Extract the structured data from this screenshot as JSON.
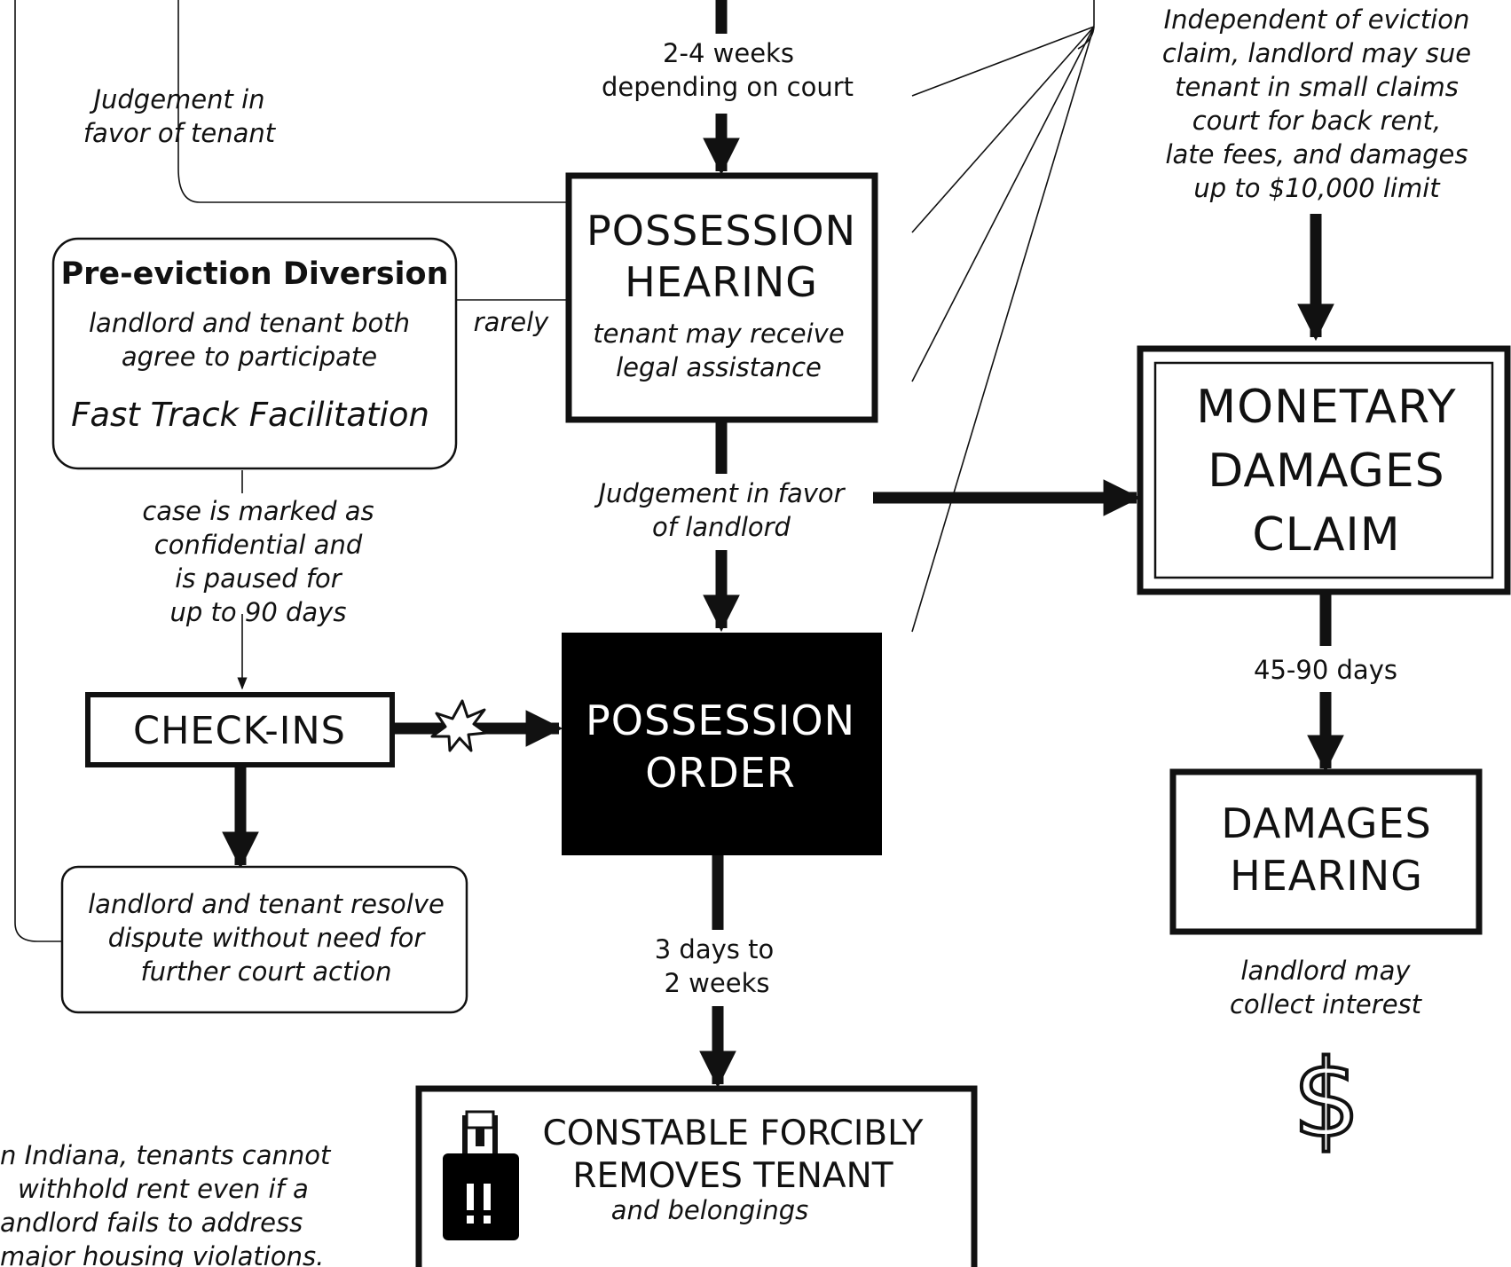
{
  "nodes": {
    "possession_hearing": {
      "title_line1": "POSSESSION",
      "title_line2": "HEARING",
      "sub_line1": "tenant may receive",
      "sub_line2": "legal assistance"
    },
    "pre_eviction_diversion": {
      "title": "Pre-eviction Diversion",
      "sub_line1": "landlord and tenant both",
      "sub_line2": "agree to participate",
      "program": "Fast Track Facilitation"
    },
    "check_ins": {
      "title": "CHECK-INS"
    },
    "possession_order": {
      "title_line1": "POSSESSION",
      "title_line2": "ORDER"
    },
    "resolve": {
      "line1": "landlord and tenant resolve",
      "line2": "dispute without need for",
      "line3": "further court action"
    },
    "constable": {
      "line1": "CONSTABLE FORCIBLY",
      "line2": "REMOVES TENANT",
      "sub": "and belongings"
    },
    "monetary_damages": {
      "line1": "MONETARY",
      "line2": "DAMAGES",
      "line3": "CLAIM"
    },
    "damages_hearing": {
      "line1": "DAMAGES",
      "line2": "HEARING"
    }
  },
  "labels": {
    "weeks_line1": "2-4 weeks",
    "weeks_line2": "depending on court",
    "judgement_tenant_line1": "Judgement in",
    "judgement_tenant_line2": "favor of tenant",
    "rarely": "rarely",
    "judgement_landlord_line1": "Judgement in favor",
    "judgement_landlord_line2": "of landlord",
    "confidential_line1": "case is marked as",
    "confidential_line2": "confidential and",
    "confidential_line3": "is paused for",
    "confidential_line4": "up to 90 days",
    "days_line1": "3 days to",
    "days_line2": "2 weeks",
    "small_claims_line1": "Independent of eviction",
    "small_claims_line2": "claim, landlord may sue",
    "small_claims_line3": "tenant in small claims",
    "small_claims_line4": "court for back rent,",
    "small_claims_line5": "late fees, and damages",
    "small_claims_line6": "up to $10,000 limit",
    "days_45_90": "45-90 days",
    "interest_line1": "landlord may",
    "interest_line2": "collect interest",
    "indiana_line1": "n Indiana, tenants cannot",
    "indiana_line2": "withhold rent even if a",
    "indiana_line3": "andlord fails to address",
    "indiana_line4": "major housing violations."
  },
  "icons": {
    "padlock": "padlock-warning-icon",
    "dollar": "dollar-sign-icon",
    "spark": "starburst-icon"
  },
  "colors": {
    "ink": "#111111",
    "background": "#ffffff",
    "inverse_text": "#ffffff"
  }
}
